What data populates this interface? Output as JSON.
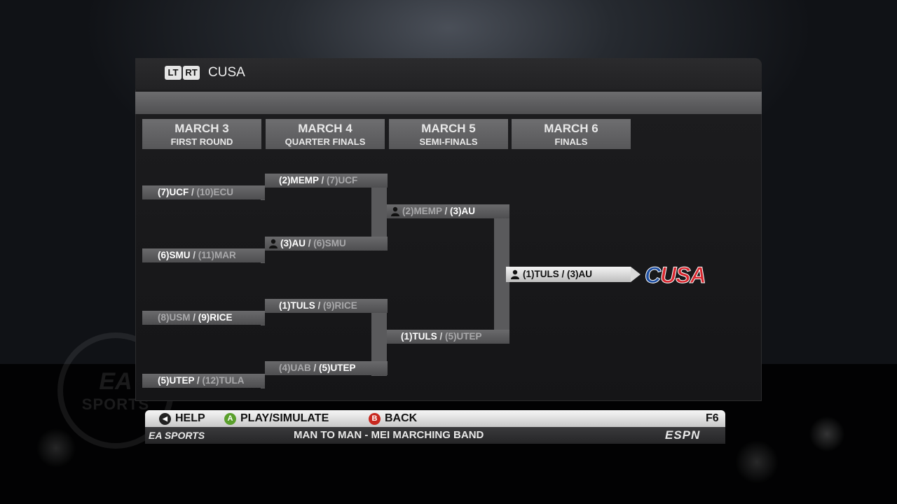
{
  "header": {
    "lt_label": "LT",
    "rt_label": "RT",
    "conference": "CUSA"
  },
  "columns": [
    {
      "date": "MARCH 3",
      "round": "FIRST ROUND"
    },
    {
      "date": "MARCH 4",
      "round": "QUARTER FINALS"
    },
    {
      "date": "MARCH 5",
      "round": "SEMI-FINALS"
    },
    {
      "date": "MARCH 6",
      "round": "FINALS"
    }
  ],
  "first_round": [
    {
      "team1": "(7)UCF",
      "team2": "(10)ECU"
    },
    {
      "team1": "(6)SMU",
      "team2": "(11)MAR"
    },
    {
      "team1": "(8)USM",
      "team2": "(9)RICE"
    },
    {
      "team1": "(5)UTEP",
      "team2": "(12)TULA"
    }
  ],
  "quarter_finals": [
    {
      "team1": "(2)MEMP",
      "team2": "(7)UCF"
    },
    {
      "team1": "(3)AU",
      "team2": "(6)SMU"
    },
    {
      "team1": "(1)TULS",
      "team2": "(9)RICE"
    },
    {
      "team1": "(4)UAB",
      "team2": "(5)UTEP"
    }
  ],
  "semi_finals": [
    {
      "team1": "(2)MEMP",
      "team2": "(3)AU"
    },
    {
      "team1": "(1)TULS",
      "team2": "(5)UTEP"
    }
  ],
  "finals": {
    "team1": "(1)TULS",
    "team2": "(3)AU"
  },
  "logo": {
    "c": "C",
    "usa": "USA"
  },
  "bottom_bar": {
    "help": "HELP",
    "a_glyph": "A",
    "play": "PLAY/SIMULATE",
    "b_glyph": "B",
    "back": "BACK",
    "f6": "F6"
  },
  "info_bar": {
    "ea_sports": "EA SPORTS",
    "now_playing": "MAN TO MAN - MEI MARCHING BAND",
    "espn": "ESPN"
  },
  "watermark": {
    "ea": "EA",
    "sports": "SPORTS"
  },
  "colors": {
    "a_button": "#5aa02c",
    "b_button": "#c8281f",
    "cusa_blue": "#1d4ea1",
    "cusa_red": "#d7262e"
  }
}
